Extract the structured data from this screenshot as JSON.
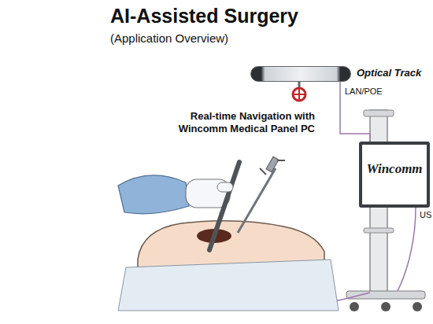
{
  "diagram": {
    "title": "AI-Assisted Surgery",
    "nodes": [
      {
        "text": [
          "Optical Track"
        ]
      },
      {
        "text": [
          "Wincomm"
        ]
      }
    ],
    "edges": [
      {
        "from": 0,
        "to": 1,
        "label": "LAN/POE",
        "arrow": "none"
      }
    ],
    "labels": [
      "(Application Overview)",
      "Real-time Navigation with Wincomm Medical Panel PC",
      "US"
    ]
  }
}
